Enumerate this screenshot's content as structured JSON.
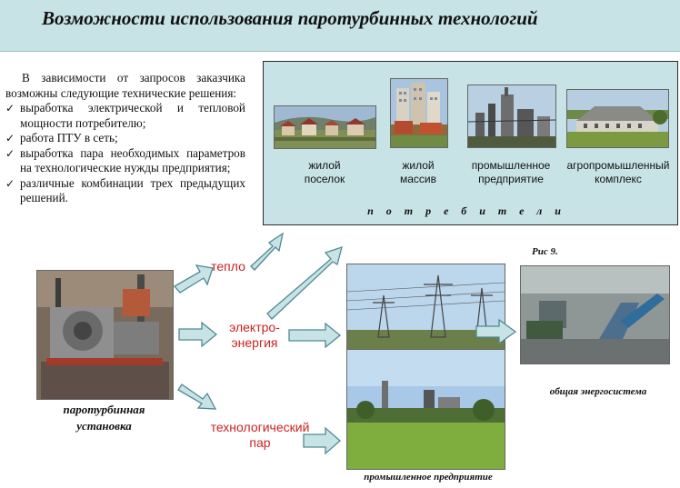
{
  "title": "Возможности использования паротурбинных технологий",
  "intro": {
    "lead": "В зависимости от запросов заказчика возможны следующие технические решения:",
    "items": [
      "выработка электрической и тепловой мощности потребителю;",
      "работа ПТУ в сеть;",
      "выработка пара необходимых параметров на технологические нужды предприятия;",
      "различные комбинации трех предыдущих решений."
    ]
  },
  "consumers": {
    "label": "потребители",
    "items": [
      {
        "line1": "жилой",
        "line2": "поселок",
        "icon": "village-photo"
      },
      {
        "line1": "жилой",
        "line2": "массив",
        "icon": "apartment-block-photo"
      },
      {
        "line1": "промышленное",
        "line2": "предприятие",
        "icon": "industrial-plant-photo"
      },
      {
        "line1": "агропромышленный",
        "line2": "комплекс",
        "icon": "agro-complex-photo"
      }
    ]
  },
  "flows": {
    "heat": "тепло",
    "electricity_1": "электро-",
    "electricity_2": "энергия",
    "steam_1": "технологический",
    "steam_2": "пар"
  },
  "captions": {
    "turbine_1": "паротурбинная",
    "turbine_2": "установка",
    "grid": "общая энергосистема",
    "plant": "промышленное предприятие",
    "fig": "Рис 9."
  },
  "colors": {
    "header_bg": "#c8e3e6",
    "panel_bg": "#c8e3e6",
    "arrow_fill": "#c8e3e6",
    "arrow_stroke": "#4f8a92",
    "flow_label": "#cc2222"
  }
}
